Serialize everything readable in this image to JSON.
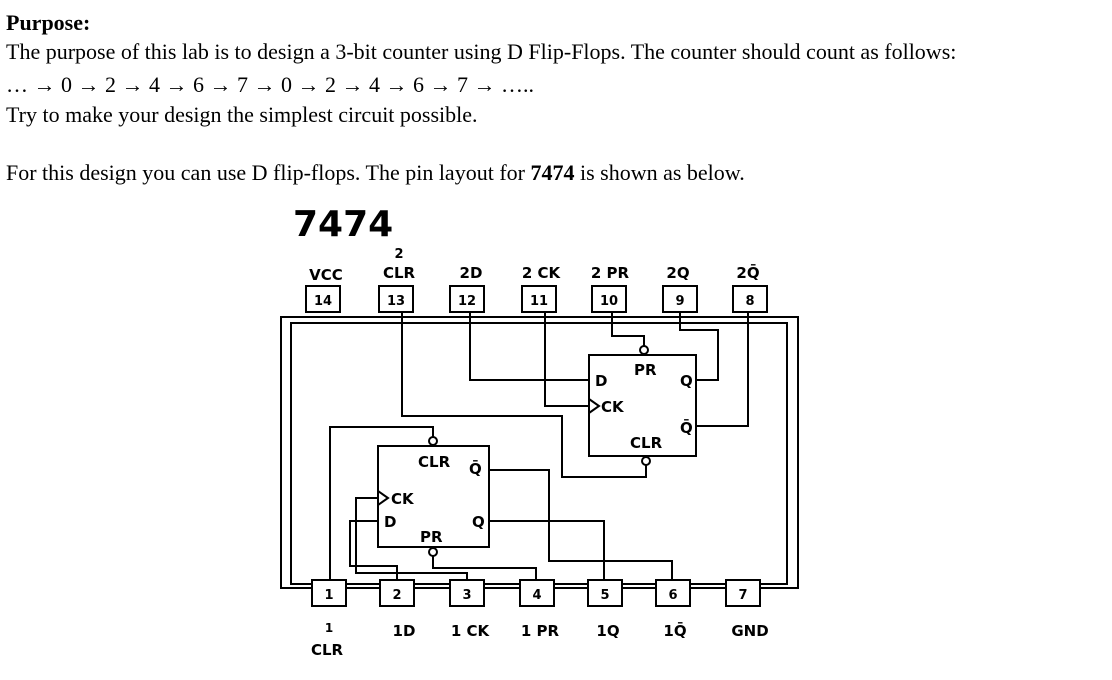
{
  "purpose": {
    "heading": "Purpose:",
    "line1": "The purpose of this lab is to design a 3-bit counter using D Flip-Flops. The counter should count as follows:",
    "sequence": "… → 0 → 2 → 4 → 6 → 7 → 0 → 2 → 4 → 6 → 7 → …..",
    "line3": "Try to make your design the simplest circuit possible."
  },
  "instruction": {
    "before": "For this design you can use D flip-flops. The pin layout for ",
    "chip": "7474",
    "after": " is shown as below."
  },
  "diagram": {
    "chip_name": "7474",
    "top_pins": [
      "14",
      "13",
      "12",
      "11",
      "10",
      "9",
      "8"
    ],
    "top_labels": [
      "VCC",
      "CLR",
      "2D",
      "2 CK",
      "2 PR",
      "2Q",
      "2Q̄"
    ],
    "top_label_prefix": "2",
    "bottom_pins": [
      "1",
      "2",
      "3",
      "4",
      "5",
      "6",
      "7"
    ],
    "bottom_labels": [
      "1",
      "1D",
      "1 CK",
      "1 PR",
      "1Q",
      "1Q̄",
      "GND"
    ],
    "bottom_label_suffix": "CLR",
    "ff1": {
      "clr": "CLR",
      "qbar": "Q̄",
      "ck": "CK",
      "d": "D",
      "q": "Q",
      "pr": "PR"
    },
    "ff2": {
      "pr": "PR",
      "d": "D",
      "q": "Q",
      "ck": "CK",
      "qbar": "Q̄",
      "clr": "CLR"
    }
  }
}
